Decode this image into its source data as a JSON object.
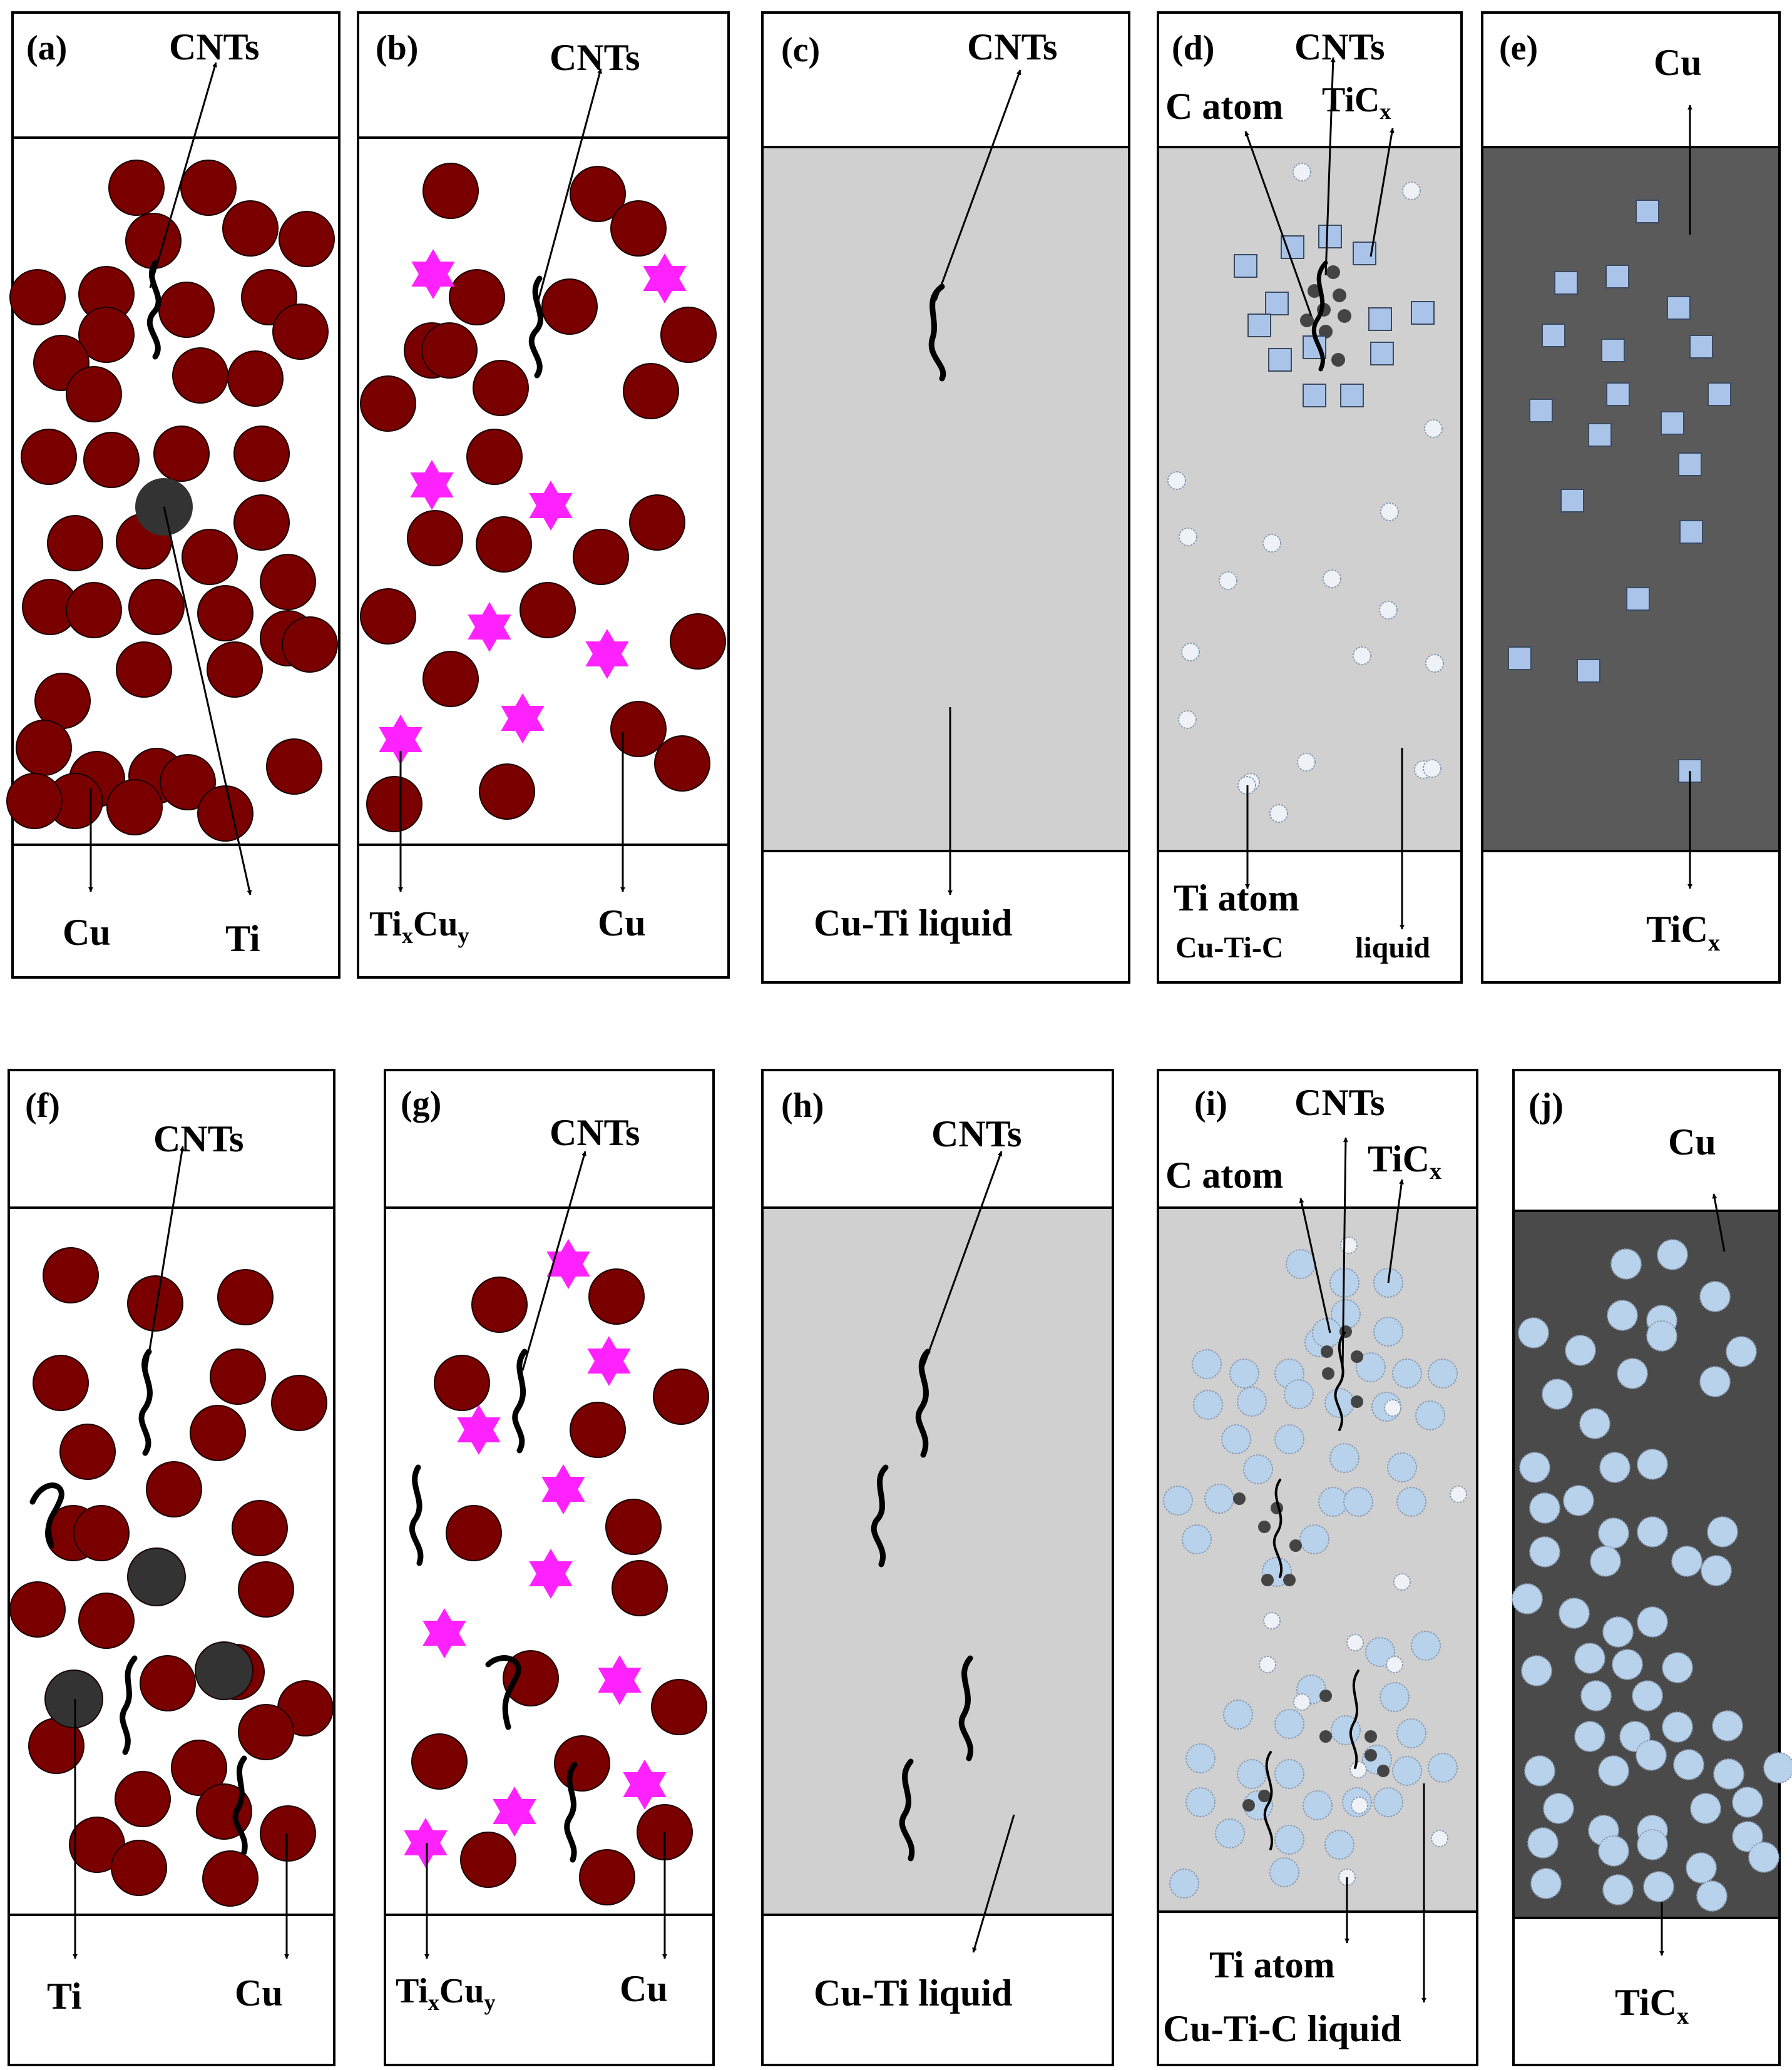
{
  "colors": {
    "cu_particle": "#7a0000",
    "ti_particle": "#333333",
    "tixcuy": "#ff22ff",
    "liquid": "#d0d0d0",
    "solid_matrix": "#5a5a5a",
    "solid_matrix_2": "#4a4a4a",
    "tic_square": "#a9c4e8",
    "tic_round": "#b9d2ec",
    "atom_light": "#eef2f7",
    "c_atom": "#444444"
  },
  "panels": [
    {
      "id": "a",
      "label": "(a)",
      "top_label": "CNTs",
      "bottom_labels": [
        "Cu",
        "Ti"
      ],
      "fill": "white",
      "icons": [
        "cu-particle-icon",
        "ti-particle-icon",
        "cnt-icon"
      ]
    },
    {
      "id": "b",
      "label": "(b)",
      "top_label": "CNTs",
      "bottom_labels": [
        "TixCuy",
        "Cu"
      ],
      "fill": "white",
      "icons": [
        "cu-particle-icon",
        "tixcuy-star-icon",
        "cnt-icon"
      ]
    },
    {
      "id": "c",
      "label": "(c)",
      "top_label": "CNTs",
      "bottom_labels": [
        "Cu-Ti liquid"
      ],
      "fill": "liquid",
      "icons": [
        "cnt-icon"
      ]
    },
    {
      "id": "d",
      "label": "(d)",
      "top_labels": [
        "CNTs",
        "C atom",
        "TiCx"
      ],
      "bottom_labels": [
        "Ti atom",
        "Cu-Ti-C",
        "liquid"
      ],
      "fill": "liquid",
      "icons": [
        "ti-atom-icon",
        "c-atom-icon",
        "tic-square-icon",
        "cnt-icon"
      ]
    },
    {
      "id": "e",
      "label": "(e)",
      "top_label": "Cu",
      "bottom_labels": [
        "TiCx"
      ],
      "fill": "solid",
      "icons": [
        "tic-square-icon"
      ]
    },
    {
      "id": "f",
      "label": "(f)",
      "top_label": "CNTs",
      "bottom_labels": [
        "Ti",
        "Cu"
      ],
      "fill": "white",
      "icons": [
        "cu-particle-icon",
        "ti-particle-icon",
        "cnt-icon"
      ]
    },
    {
      "id": "g",
      "label": "(g)",
      "top_label": "CNTs",
      "bottom_labels": [
        "TixCuy",
        "Cu"
      ],
      "fill": "white",
      "icons": [
        "cu-particle-icon",
        "tixcuy-star-icon",
        "cnt-icon"
      ]
    },
    {
      "id": "h",
      "label": "(h)",
      "top_label": "CNTs",
      "bottom_labels": [
        "Cu-Ti liquid"
      ],
      "fill": "liquid",
      "icons": [
        "cnt-icon"
      ]
    },
    {
      "id": "i",
      "label": "(i)",
      "top_labels": [
        "CNTs",
        "C atom",
        "TiCx"
      ],
      "bottom_labels": [
        "Ti atom",
        "Cu-Ti-C liquid"
      ],
      "fill": "liquid",
      "icons": [
        "ti-atom-icon",
        "c-atom-icon",
        "tic-round-icon",
        "cnt-icon"
      ]
    },
    {
      "id": "j",
      "label": "(j)",
      "top_label": "Cu",
      "bottom_labels": [
        "TiCx"
      ],
      "fill": "solid",
      "icons": [
        "tic-round-icon"
      ]
    }
  ]
}
